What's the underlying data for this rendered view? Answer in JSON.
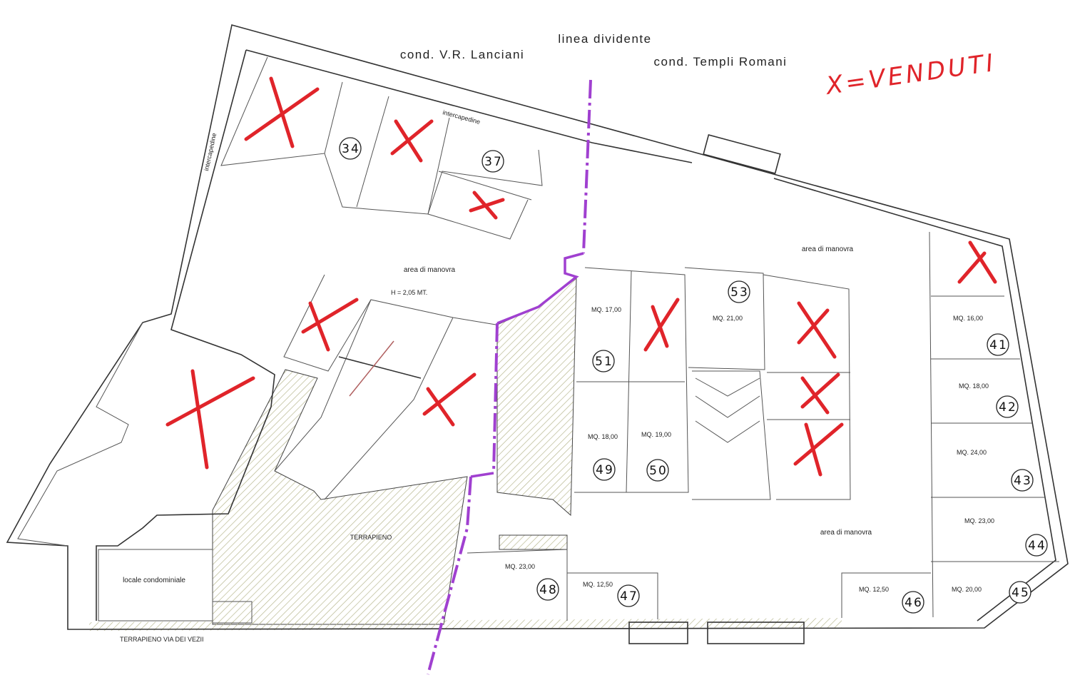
{
  "header": {
    "divider_label": "linea dividente",
    "left_condo": "cond. V.R. Lanciani",
    "right_condo": "cond. Templi Romani",
    "legend": "X=VENDUTI"
  },
  "labels": {
    "intercapedine_top": "intercapedine",
    "intercapedine_left": "intercapedine",
    "area_manovra_left": "area di manovra",
    "area_manovra_right_top": "area di manovra",
    "area_manovra_right_bottom": "area di manovra",
    "height_note": "H = 2,05 MT.",
    "terrapieno": "TERRAPIENO",
    "locale": "locale condominiale",
    "street": "TERRAPIENO VIA DEI VEZII"
  },
  "spaces": [
    {
      "number": "34",
      "mq": ""
    },
    {
      "number": "37",
      "mq": ""
    },
    {
      "number": "41",
      "mq": "MQ. 16,00"
    },
    {
      "number": "42",
      "mq": "MQ. 18,00"
    },
    {
      "number": "43",
      "mq": "MQ. 24,00"
    },
    {
      "number": "44",
      "mq": "MQ. 23,00"
    },
    {
      "number": "45",
      "mq": "MQ. 20,00"
    },
    {
      "number": "46",
      "mq": "MQ. 12,50"
    },
    {
      "number": "47",
      "mq": "MQ. 12,50"
    },
    {
      "number": "48",
      "mq": "MQ. 23,00"
    },
    {
      "number": "49",
      "mq": "MQ. 18,00"
    },
    {
      "number": "50",
      "mq": "MQ. 19,00"
    },
    {
      "number": "51",
      "mq": "MQ. 17,00"
    },
    {
      "number": "53",
      "mq": "MQ. 21,00"
    }
  ],
  "colors": {
    "sold_mark": "#e0242a",
    "divider_line": "#a040d0",
    "hatch": "#b8b890",
    "walls": "#333333"
  }
}
